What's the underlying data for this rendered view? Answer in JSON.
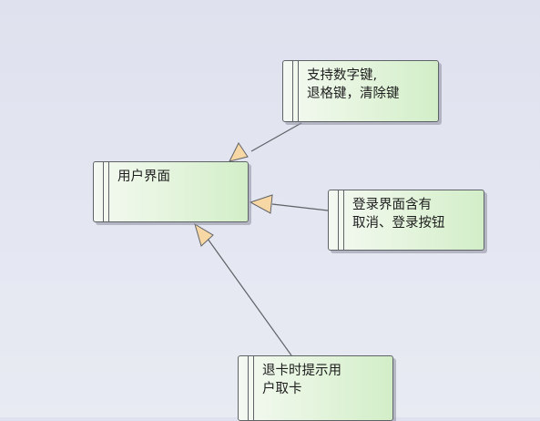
{
  "diagram": {
    "nodes": {
      "main": {
        "lines": [
          "用户界面"
        ]
      },
      "numeric": {
        "lines": [
          "支持数字键,",
          "退格键，清除键"
        ]
      },
      "login": {
        "lines": [
          "登录界面含有",
          "取消、登录按钮"
        ]
      },
      "eject": {
        "lines": [
          "退卡时提示用",
          "户取卡"
        ]
      }
    },
    "edges": [
      {
        "from": "numeric",
        "to": "main",
        "type": "generalization"
      },
      {
        "from": "login",
        "to": "main",
        "type": "generalization"
      },
      {
        "from": "eject",
        "to": "main",
        "type": "generalization"
      }
    ],
    "colors": {
      "node_fill_light": "#f4f9f2",
      "node_fill_dark": "#d2eec8",
      "arrow_fill": "#f7d7a4",
      "line": "#5f6266"
    }
  }
}
